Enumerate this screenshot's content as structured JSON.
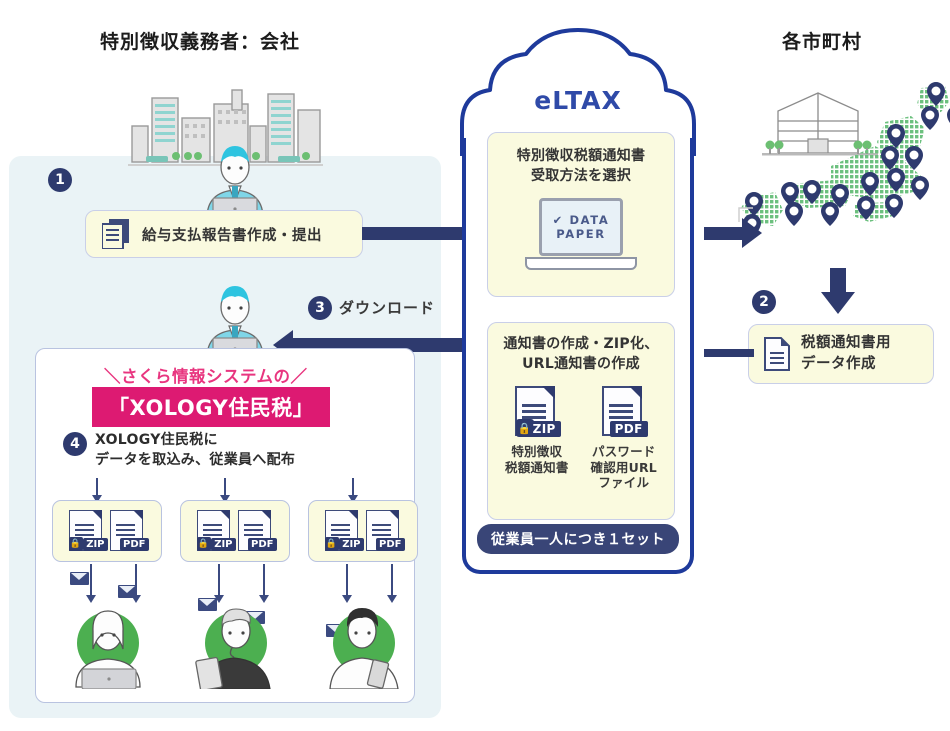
{
  "diagram": {
    "title_left": "特別徴収義務者：会社",
    "title_right": "各市町村",
    "cloud_label": "eLTAX"
  },
  "steps": {
    "one": "1",
    "two": "2",
    "three": "3",
    "four": "4"
  },
  "company": {
    "step1_box_label": "給与支払報告書作成・提出",
    "step3_label": "ダウンロード",
    "xology": {
      "sakura_line": "＼さくら情報システムの／",
      "banner": "「XOLOGY住民税」",
      "step4_line1": "XOLOGY住民税に",
      "step4_line2": "データを取込み、従業員へ配布"
    },
    "employee_sets": [
      {
        "zip_label": "ZIP",
        "pdf_label": "PDF"
      },
      {
        "zip_label": "ZIP",
        "pdf_label": "PDF"
      },
      {
        "zip_label": "ZIP",
        "pdf_label": "PDF"
      }
    ]
  },
  "eltax": {
    "box1": {
      "line1": "特別徴収税額通知書",
      "line2": "受取方法を選択",
      "laptop_option1": "✔ DATA",
      "laptop_option2": "PAPER"
    },
    "box2": {
      "line1": "通知書の作成・ZIP化、",
      "line2": "URL通知書の作成",
      "files": [
        {
          "tag": "ZIP",
          "locked": true,
          "caption_line1": "特別徴収",
          "caption_line2": "税額通知書"
        },
        {
          "tag": "PDF",
          "locked": false,
          "caption_line1": "パスワード",
          "caption_line2": "確認用URL",
          "caption_line3": "ファイル"
        }
      ]
    },
    "set_pill": "従業員一人につき１セット"
  },
  "municipality": {
    "step2_box_line1": "税額通知書用",
    "step2_box_line2": "データ作成"
  },
  "colors": {
    "navy": "#2e3a6e",
    "cloud_border": "#1e3a9b",
    "panel_bg": "#eaf3f6",
    "yellow_box": "#fafadf",
    "pink_banner": "#dd1a72",
    "pink_text": "#e8357f",
    "map_green": "#6cc07e",
    "avatar_green": "#4caf50"
  }
}
